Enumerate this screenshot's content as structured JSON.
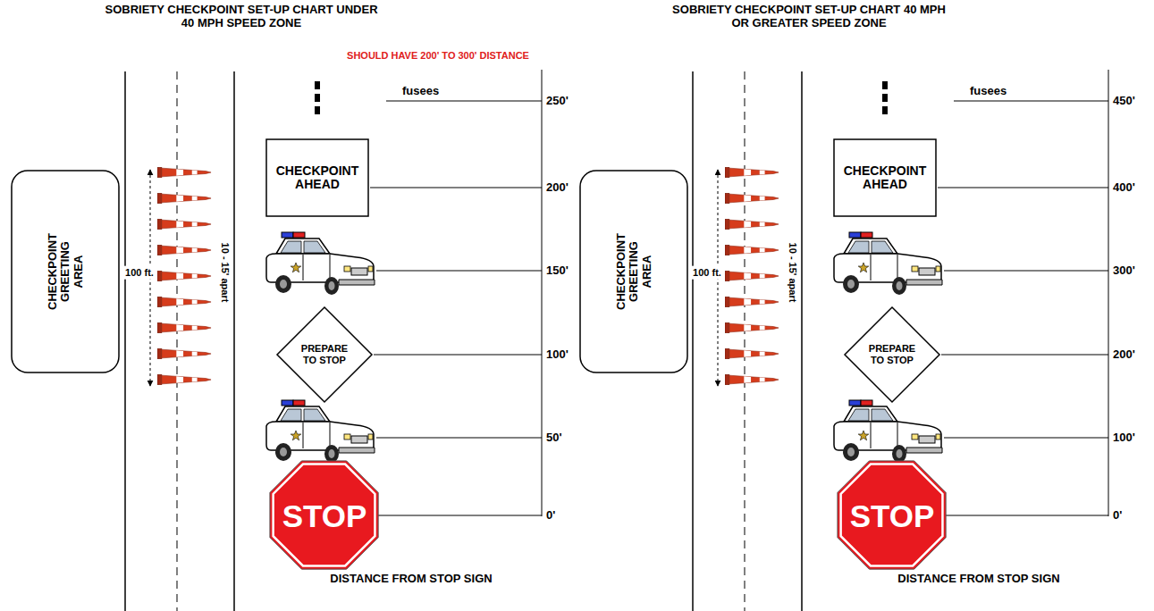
{
  "diagram": {
    "nodes": [
      {
        "text": [
          "CHECKPOINT GREETING AREA"
        ]
      },
      {
        "text": [
          "CHECKPOINT AHEAD"
        ]
      },
      {
        "text": [
          "PREPARE TO STOP"
        ]
      },
      {
        "text": [
          "STOP"
        ]
      },
      {
        "text": [
          "CHECKPOINT GREETING AREA"
        ]
      },
      {
        "text": [
          "CHECKPOINT AHEAD"
        ]
      },
      {
        "text": [
          "PREPARE TO STOP"
        ]
      },
      {
        "text": [
          "STOP"
        ]
      }
    ],
    "labels": [
      "SOBRIETY CHECKPOINT SET-UP CHART UNDER 40 MPH SPEED ZONE",
      "SOBRIETY CHECKPOINT SET-UP CHART 40 MPH OR GREATER SPEED ZONE",
      "SHOULD HAVE 200' TO 300' DISTANCE",
      "fusees",
      "250'",
      "200'",
      "150'",
      "100'",
      "50'",
      "0'",
      "100 ft.",
      "10 - 15' apart",
      "DISTANCE FROM STOP SIGN",
      "fusees",
      "450'",
      "400'",
      "300'",
      "200'",
      "100'",
      "0'",
      "100 ft.",
      "10 - 15' apart",
      "DISTANCE FROM STOP SIGN"
    ]
  }
}
